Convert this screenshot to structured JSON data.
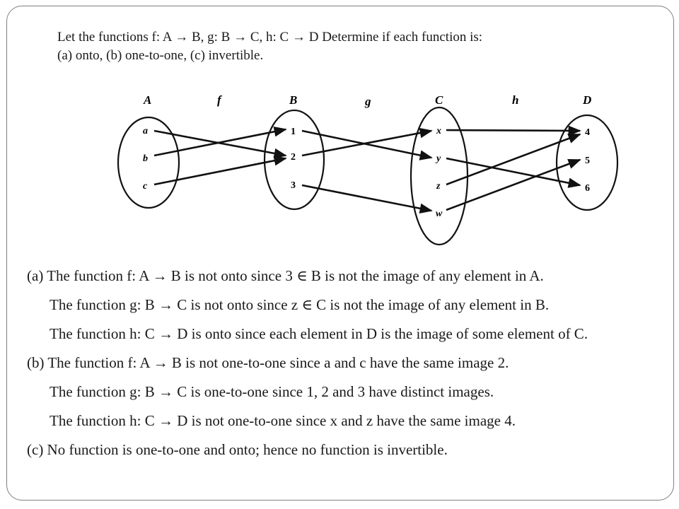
{
  "prompt": {
    "line1": "Let the functions f: A → B, g: B → C, h: C → D Determine if each function is:",
    "line2": "(a) onto, (b) one-to-one, (c) invertible."
  },
  "diagram": {
    "sets": [
      {
        "label": "A",
        "elements": [
          "a",
          "b",
          "c"
        ]
      },
      {
        "label": "B",
        "elements": [
          "1",
          "2",
          "3"
        ]
      },
      {
        "label": "C",
        "elements": [
          "x",
          "y",
          "z",
          "w"
        ]
      },
      {
        "label": "D",
        "elements": [
          "4",
          "5",
          "6"
        ]
      }
    ],
    "function_labels": [
      "f",
      "g",
      "h"
    ],
    "mappings": {
      "f": [
        [
          "a",
          "2"
        ],
        [
          "b",
          "1"
        ],
        [
          "c",
          "2"
        ]
      ],
      "g": [
        [
          "1",
          "y"
        ],
        [
          "2",
          "x"
        ],
        [
          "3",
          "w"
        ]
      ],
      "h": [
        [
          "x",
          "4"
        ],
        [
          "y",
          "6"
        ],
        [
          "z",
          "4"
        ],
        [
          "w",
          "5"
        ]
      ]
    }
  },
  "answers": [
    "(a) The function f: A → B is not onto since 3 ∈ B is not the image of any element in A.",
    "The function g: B → C is not onto since z ∈ C is not the image of any element in B.",
    "The function h: C → D is onto since each element in D is the image of some element of C.",
    "(b) The function f: A → B is not one-to-one since a and c have the same image 2.",
    "The function g: B → C is one-to-one since 1, 2 and 3 have distinct images.",
    "The function h: C → D is not one-to-one since x and z have the same image 4.",
    "(c) No function is one-to-one and onto; hence no function is invertible."
  ]
}
